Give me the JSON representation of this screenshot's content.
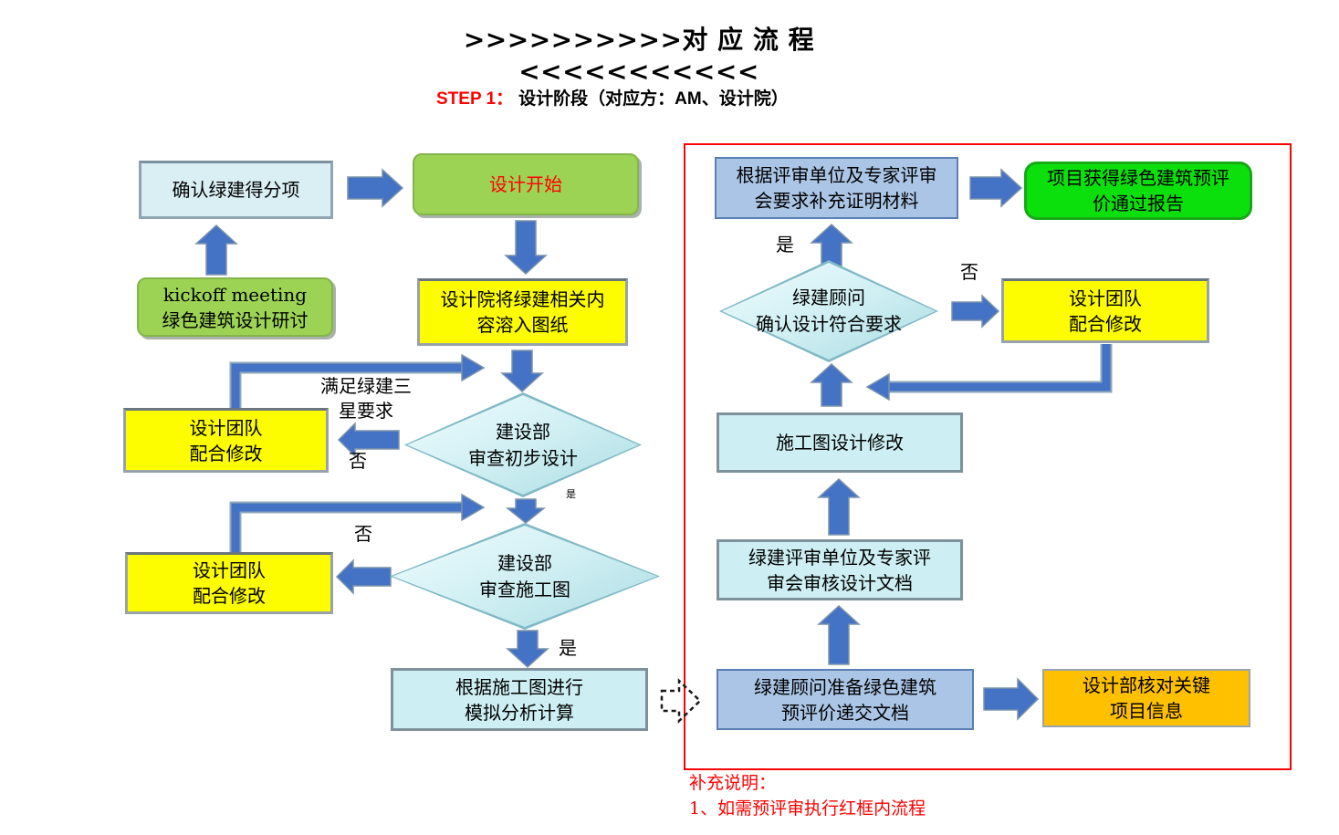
{
  "title": ">>>>>>>>>>对 应 流 程<<<<<<<<<<<",
  "step": {
    "prefix": "STEP 1：",
    "title": "设计阶段（对应方：AM、设计院）"
  },
  "nodes": {
    "confirm_items": "确认绿建得分项",
    "design_start": "设计开始",
    "kickoff": "kickoff meeting\n绿色建筑设计研讨",
    "institute_drawings": "设计院将绿建相关内\n容溶入图纸",
    "moc_prelim_review": "建设部\n审查初步设计",
    "team_modify_1": "设计团队\n配合修改",
    "moc_construction_review": "建设部\n审查施工图",
    "team_modify_2": "设计团队\n配合修改",
    "simulation": "根据施工图进行\n模拟分析计算",
    "supplement_materials": "根据评审单位及专家评审\n会要求补充证明材料",
    "pre_eval_report": "项目获得绿色建筑预评\n价通过报告",
    "consultant_confirm": "绿建顾问\n确认设计符合要求",
    "team_modify_3": "设计团队\n配合修改",
    "drawing_modify": "施工图设计修改",
    "expert_review": "绿建评审单位及专家评\n审会审核设计文档",
    "prepare_docs": "绿建顾问准备绿色建筑\n预评价递交文档",
    "verify_key_info": "设计部核对关键\n项目信息"
  },
  "labels": {
    "meet_three_star": "满足绿建三\n星要求",
    "no_1": "否",
    "yes_1": "是",
    "no_2": "否",
    "yes_2": "是",
    "yes_3": "是",
    "no_3": "否"
  },
  "notes": {
    "heading": "补充说明：",
    "item_1": "1、如需预评审执行红框内流程"
  },
  "colors": {
    "arrow_blue": "#4472c4",
    "frame_red": "#fb0204",
    "yellow_box": "#fdfd00",
    "cyan_box": "#d9eff4",
    "green_node": "#9cd355",
    "bright_green_node": "#0ce00c",
    "periwinkle_box": "#abc5e6",
    "orange_box": "#ffc000",
    "diamond_fill": "#cdeef2",
    "start_text_red": "#ff0000"
  }
}
